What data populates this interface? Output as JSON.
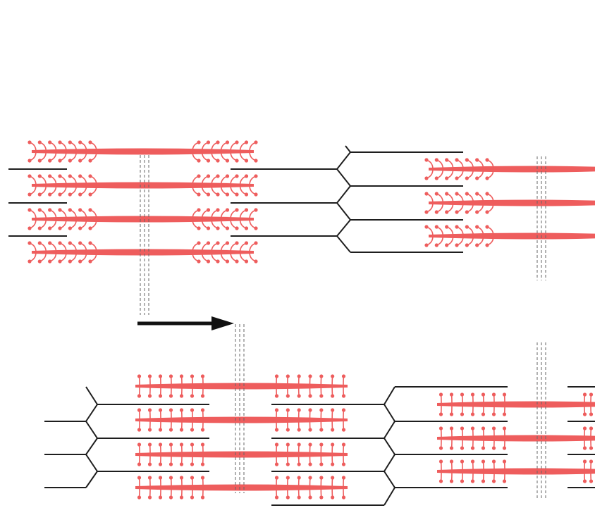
{
  "diagram": {
    "description_type": "sarcomere-contraction-schematic",
    "colors": {
      "myosin": "#ee5d5d",
      "actin": "#1e1e1e",
      "m_line": "#666666",
      "arrow": "#111111",
      "background": "#ffffff"
    },
    "states": [
      "relaxed",
      "contracted"
    ],
    "icons": [
      "right-arrow-icon"
    ]
  }
}
